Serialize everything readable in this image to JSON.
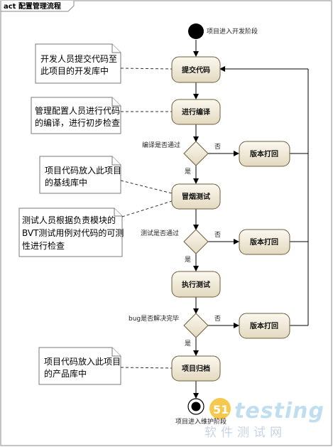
{
  "diagram": {
    "frame_title": "act 配置管理流程",
    "start_label": "项目进入开发阶段",
    "end_label": "项目进入维护阶段",
    "actions": {
      "submit_code": "提交代码",
      "compile": "进行编译",
      "smoke_test": "冒烟测试",
      "run_test": "执行测试",
      "archive": "项目归档"
    },
    "rollback_label": "版本打回",
    "decisions": {
      "compile_passed": "编译是否通过",
      "test_passed": "测试是否通过",
      "bug_resolved": "bug是否解决完毕"
    },
    "yes_label": "是",
    "no_label": "否",
    "notes": {
      "n1": [
        "开发人员提交代码至",
        "此项目的开发库中"
      ],
      "n2": [
        "管理配置人员进行代码",
        "的编译，进行初步检查"
      ],
      "n3": [
        "项目代码放入此项目",
        "的基线库中"
      ],
      "n4": [
        "测试人员根据负责模块的",
        "BVT测试用例对代码的可测",
        "性进行检查"
      ],
      "n5": [
        "项目代码放入此项目",
        "的产品库中"
      ]
    }
  },
  "watermark": {
    "brand": "testing",
    "logo_number": "51",
    "subtitle": "软件测试网"
  }
}
